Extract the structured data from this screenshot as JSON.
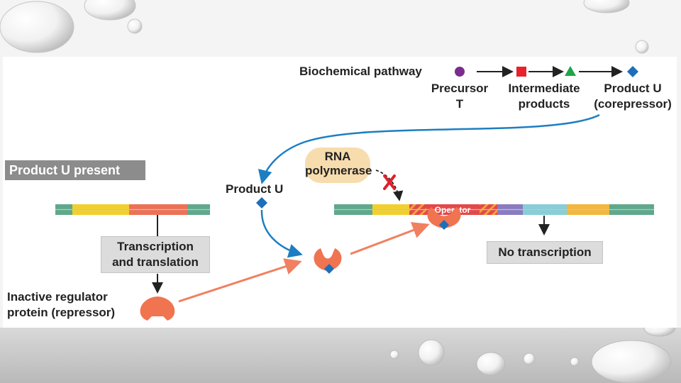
{
  "pathway": {
    "title": "Biochemical pathway",
    "precursor_line1": "Precursor",
    "precursor_line2": "T",
    "intermediate_line1": "Intermediate",
    "intermediate_line2": "products",
    "product_line1": "Product U",
    "product_line2": "(corepressor)"
  },
  "state_badge": "Product U present",
  "product_u_label": "Product U",
  "rna_polymerase": {
    "line1": "RNA",
    "line2": "polymerase"
  },
  "operator_label": "Operator",
  "transcription_box": {
    "line1": "Transcription",
    "line2": "and translation"
  },
  "no_transcription": "No transcription",
  "repressor_label": {
    "line1": "Inactive regulator",
    "line2": "protein (repressor)"
  },
  "colors": {
    "precursor": "#7b2d8e",
    "intermediate": "#e8212b",
    "intermediate_triangle": "#1fa54a",
    "product": "#1d6fb8",
    "repressor": "#f07450",
    "block_x": "#e0202a",
    "arrow_blue": "#1d7ec2",
    "arrow_orange": "#f08060"
  }
}
